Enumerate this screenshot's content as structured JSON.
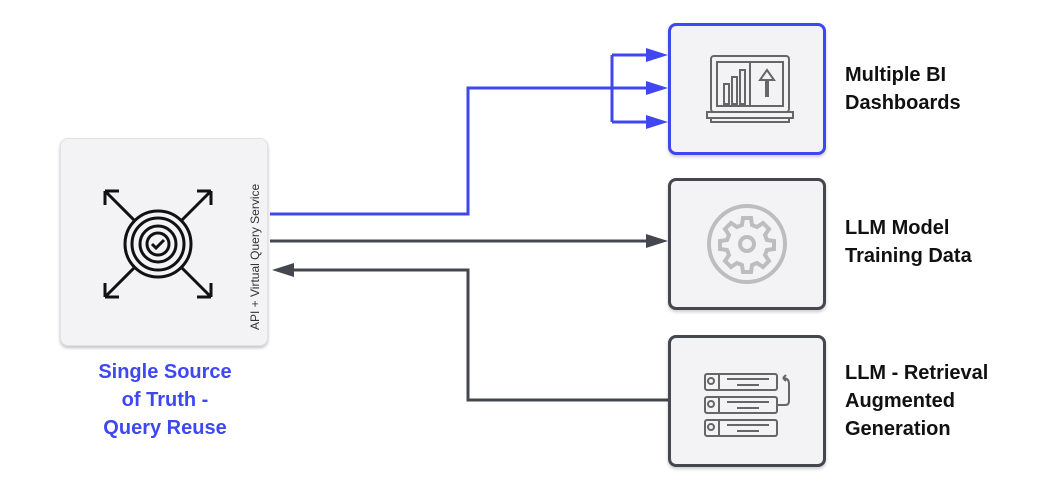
{
  "source": {
    "label_lines": [
      "Single Source",
      "of Truth -",
      "Query Reuse"
    ],
    "side_label": "API + Virtual Query Service",
    "icon": "distribution-check-icon"
  },
  "targets": [
    {
      "label_lines": [
        "Multiple BI",
        "Dashboards"
      ],
      "icon": "laptop-chart-icon",
      "highlight": true
    },
    {
      "label_lines": [
        "LLM Model",
        "Training Data"
      ],
      "icon": "gear-icon",
      "highlight": false
    },
    {
      "label_lines": [
        "LLM - Retrieval",
        "Augmented",
        "Generation"
      ],
      "icon": "search-list-icon",
      "highlight": false
    }
  ],
  "colors": {
    "accent": "#3f48f0",
    "dark": "#45474f",
    "box": "#f3f3f5"
  }
}
